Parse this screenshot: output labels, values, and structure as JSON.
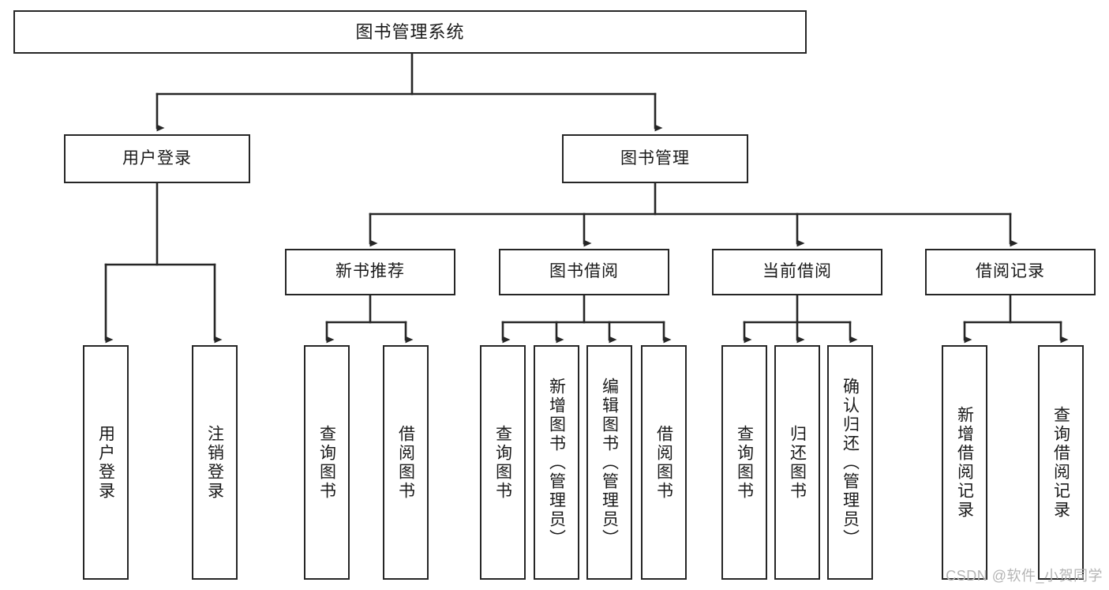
{
  "diagram": {
    "type": "tree-hierarchy",
    "title": "图书管理系统",
    "orientation": "top-down",
    "line_color": "#262626",
    "box_fill": "#ffffff",
    "text_color": "#1a1a1a",
    "watermark": "CSDN @软件_小贺同学",
    "levels": {
      "root": {
        "label": "图书管理系统"
      },
      "level1": [
        {
          "label": "用户登录"
        },
        {
          "label": "图书管理"
        }
      ],
      "level2": [
        {
          "label": "新书推荐"
        },
        {
          "label": "图书借阅"
        },
        {
          "label": "当前借阅"
        },
        {
          "label": "借阅记录"
        }
      ],
      "leaves": {
        "user_login": [
          {
            "label": "用户登录"
          },
          {
            "label": "注销登录"
          }
        ],
        "new_book_recommend": [
          {
            "label": "查询图书"
          },
          {
            "label": "借阅图书"
          }
        ],
        "book_borrow": [
          {
            "label": "查询图书"
          },
          {
            "label": "新增图书（管理员）"
          },
          {
            "label": "编辑图书（管理员）"
          },
          {
            "label": "借阅图书"
          }
        ],
        "current_borrow": [
          {
            "label": "查询图书"
          },
          {
            "label": "归还图书"
          },
          {
            "label": "确认归还（管理员）"
          }
        ],
        "borrow_record": [
          {
            "label": "新增借阅记录"
          },
          {
            "label": "查询借阅记录"
          }
        ]
      }
    }
  }
}
